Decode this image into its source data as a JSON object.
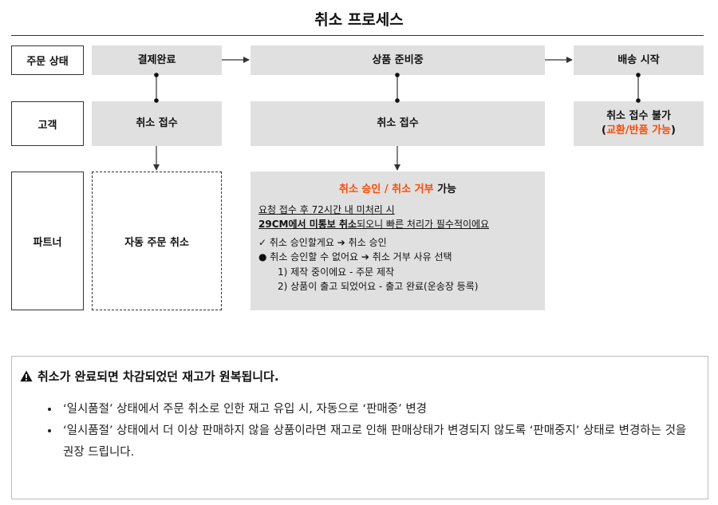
{
  "title": "취소 프로세스",
  "rows": {
    "order_status": "주문 상태",
    "customer": "고객",
    "partner": "파트너"
  },
  "status_boxes": {
    "paid": "결제완료",
    "preparing": "상품 준비중",
    "shipping": "배송 시작"
  },
  "customer_boxes": {
    "cancel_received_1": "취소 접수",
    "cancel_received_2": "취소 접수",
    "cancel_not_allowed": "취소 접수 불가",
    "exchange_return": "교환/반품 가능",
    "paren_open": "(",
    "paren_close": ")"
  },
  "auto_cancel": "자동 주문 취소",
  "partner_box": {
    "head_approve": "취소 승인",
    "head_sep": " / ",
    "head_reject": "취소 거부",
    "head_suffix": " 가능",
    "line1": "요청 접수 후 72시간 내 미처리 시",
    "line2_bold": "29CM에서 미통보 취소",
    "line2_rest": "되오니 빠른 처리가 필수적이에요",
    "check_line": "✓ 취소 승인할게요 ➔ 취소 승인",
    "dot_line": "● 취소 승인할 수 없어요 ➔ 취소 거부 사유 선택",
    "reason1": "1) 제작 중이에요 - 주문 제작",
    "reason2": "2) 상품이 출고 되었어요 - 출고 완료(운송장 등록)"
  },
  "notice": {
    "heading": "취소가 완료되면 차감되었던 재고가 원복됩니다.",
    "items": [
      "‘일시품절’ 상태에서 주문 취소로 인한 재고 유입 시, 자동으로 ‘판매중’ 변경",
      "‘일시품절’ 상태에서 더 이상 판매하지 않을 상품이라면 재고로 인해 판매상태가 변경되지 않도록 ‘판매중지’ 상태로 변경하는 것을 권장 드립니다."
    ]
  },
  "colors": {
    "accent": "#ff4a00",
    "box": "#e0e0e0",
    "line": "#333333"
  },
  "icons": {
    "warning": "warning-triangle-icon"
  }
}
